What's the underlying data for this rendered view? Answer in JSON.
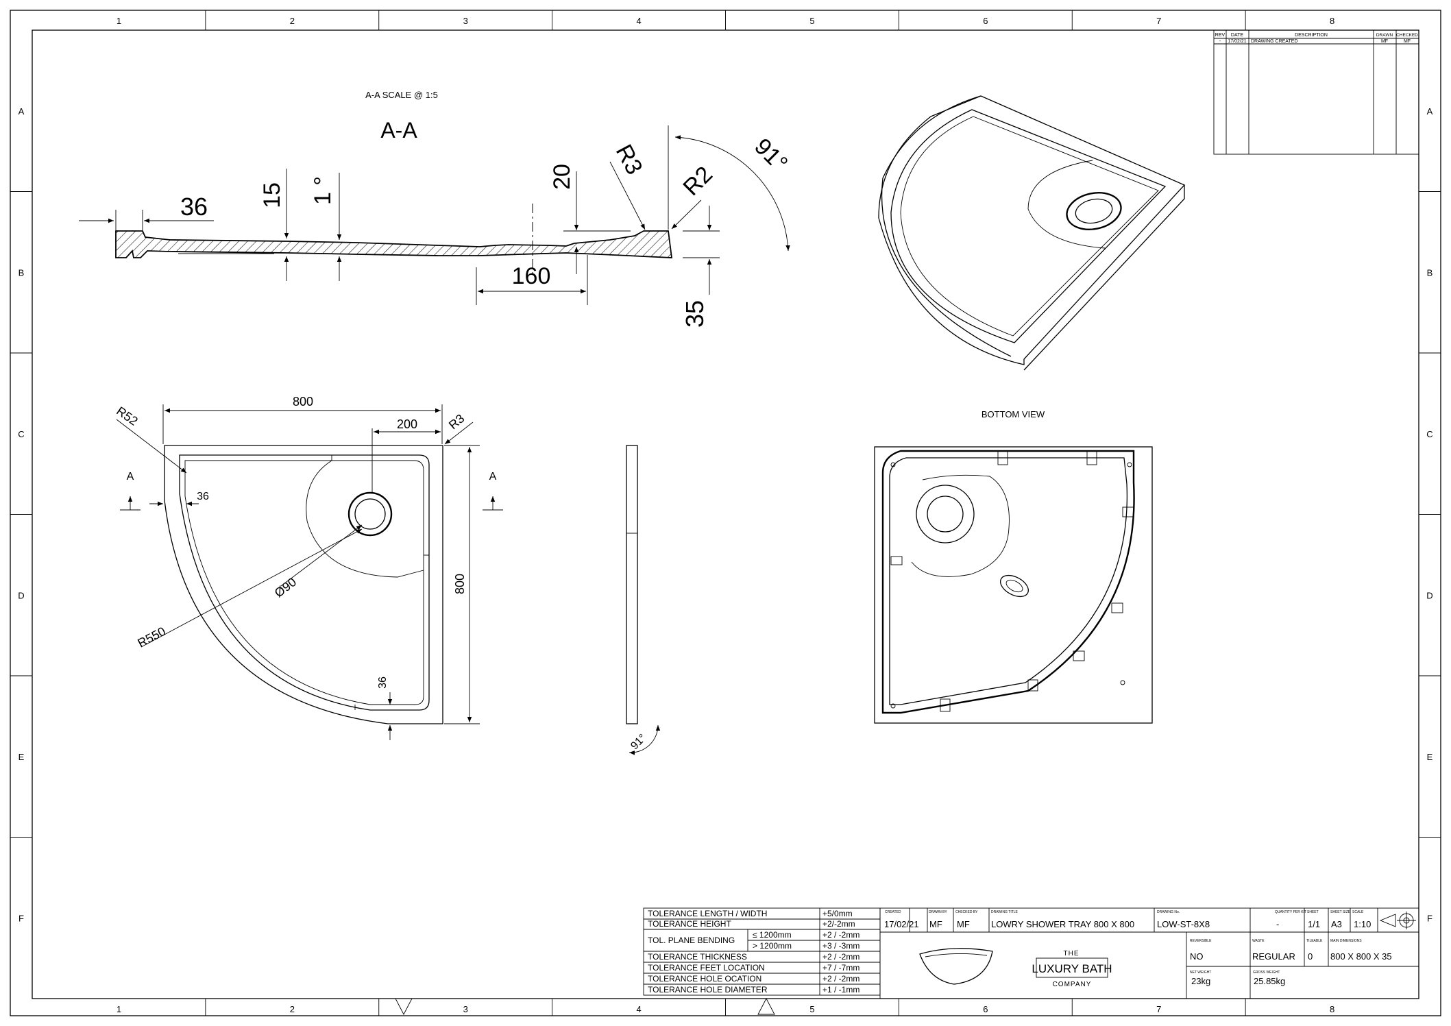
{
  "border": {
    "columns": [
      "1",
      "2",
      "3",
      "4",
      "5",
      "6",
      "7",
      "8"
    ],
    "rows": [
      "A",
      "B",
      "C",
      "D",
      "E",
      "F"
    ]
  },
  "section_view": {
    "scale_note": "A-A SCALE @ 1:5",
    "title": "A-A",
    "dims": {
      "d36": "36",
      "d15": "15",
      "d1deg": "1 °",
      "d20": "20",
      "r3": "R3",
      "r2": "R2",
      "angle91": "91°",
      "d160": "160",
      "d35": "35"
    }
  },
  "plan_view": {
    "dims": {
      "d800_top": "800",
      "d200": "200",
      "r52": "R52",
      "r3": "R3",
      "section_left": "A",
      "section_right": "A",
      "d36_a": "36",
      "d800_side": "800",
      "dia90": "Ø90",
      "r550": "R550",
      "d36_b": "36"
    }
  },
  "side_view": {
    "angle": "91°"
  },
  "bottom_view": {
    "title": "BOTTOM VIEW"
  },
  "revision_table": {
    "headers": [
      "REV",
      "DATE",
      "DESCRIPTION",
      "DRAWN",
      "CHECKED"
    ],
    "rows": [
      [
        "-",
        "17/02/21",
        "DRAWING CREATED",
        "MF",
        "MF"
      ]
    ]
  },
  "tolerances": [
    {
      "label": "TOLERANCE LENGTH / WIDTH",
      "value": "+5/0mm"
    },
    {
      "label": "TOLERANCE HEIGHT",
      "value": "+2/-2mm"
    },
    {
      "label": "TOL. PLANE BENDING",
      "sub": [
        {
          "cond": "≤  1200mm",
          "value": "+2 / -2mm"
        },
        {
          "cond": ">  1200mm",
          "value": "+3 / -3mm"
        }
      ]
    },
    {
      "label": "TOLERANCE THICKNESS",
      "value": "+2 / -2mm"
    },
    {
      "label": "TOLERANCE FEET LOCATION",
      "value": "+7 / -7mm"
    },
    {
      "label": "TOLERANCE HOLE OCATION",
      "value": "+2 / -2mm"
    },
    {
      "label": "TOLERANCE HOLE DIAMETER",
      "value": "+1 / -1mm"
    }
  ],
  "title_block": {
    "created_label": "CREATED",
    "created": "17/02/21",
    "drawn_label": "DRAWN BY",
    "drawn": "MF",
    "checked_label": "CHECKED BY",
    "checked": "MF",
    "title_label": "DRAWING TITLE",
    "title": "LOWRY SHOWER TRAY 800 X 800",
    "drawing_no_label": "DRAWING No.",
    "drawing_no": "LOW-ST-8X8",
    "quantity_label": "QUANTITY PER KIT",
    "quantity": "-",
    "sheet_label": "SHEET",
    "sheet": "1/1",
    "sheet_size_label": "SHEET SIZE",
    "sheet_size": "A3",
    "scale_label": "SCALE",
    "scale": "1:10",
    "reversible_label": "REVERSIBLE",
    "reversible": "NO",
    "waste_label": "WASTE",
    "waste": "REGULAR",
    "tiling_label": "TILEABLE",
    "tiling": "0",
    "dims_label": "MAIN DIMENSIONS",
    "dims": "800 X 800 X 35",
    "net_weight_label": "NET WEIGHT",
    "net_weight": "23kg",
    "gross_weight_label": "GROSS WEIGHT",
    "gross_weight": "25.85kg",
    "logo": {
      "top": "THE",
      "main": "LUXURY BATH",
      "bottom": "COMPANY"
    }
  }
}
